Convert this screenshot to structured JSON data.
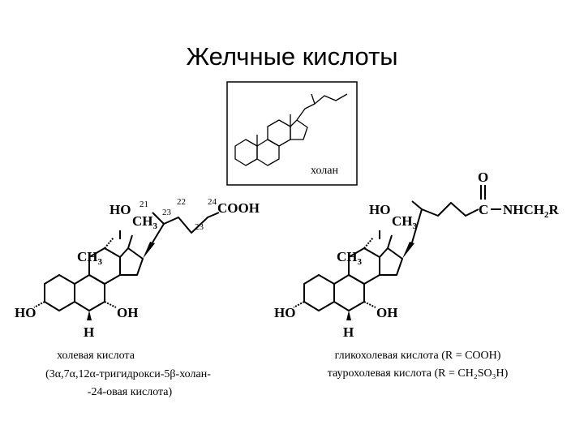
{
  "title": "Желчные кислоты",
  "cholane": {
    "label": "холан"
  },
  "cholic": {
    "labels": {
      "ho_top": "HO",
      "ch3_top": "CH",
      "ch3_top_sub": "3",
      "ch3_left": "CH",
      "ch3_left_sub": "3",
      "ho_left": "HO",
      "oh_right": "OH",
      "h": "H",
      "cooh": "COOH",
      "n21": "21",
      "n22": "22",
      "n23a": "23",
      "n23b": "23",
      "n24": "24"
    },
    "caption": [
      "холевая кислота",
      "(3α,7α,12α-тригидрокси-5β-холан-",
      "-24-овая кислота)"
    ]
  },
  "conj": {
    "labels": {
      "ho_top": "HO",
      "ch3_top": "CH",
      "ch3_top_sub": "3",
      "ch3_left": "CH",
      "ch3_left_sub": "3",
      "ho_left": "HO",
      "oh_right": "OH",
      "h": "H",
      "o": "O",
      "c": "C",
      "nhch2r": "NHCH",
      "nhch2r_sub": "2",
      "nhch2r_end": "R"
    },
    "caption": [
      "гликохолевая кислота (R = COOH)",
      "таурохолевая кислота (R = CH₂SO₃H)"
    ]
  }
}
